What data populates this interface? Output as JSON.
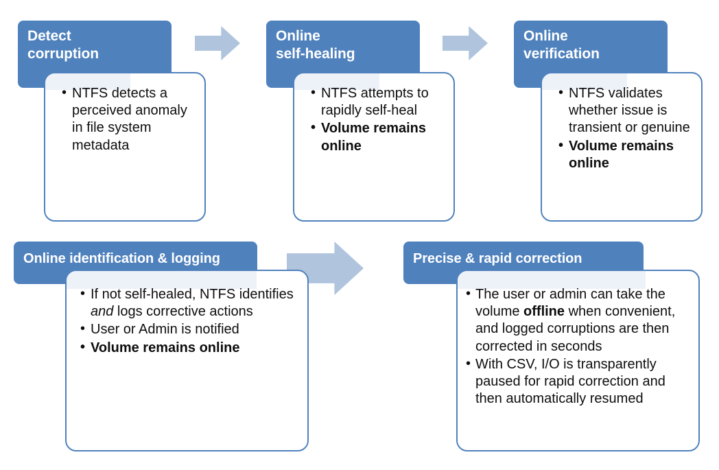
{
  "diagram": {
    "title": "NTFS online corruption detection and correction flow",
    "colors": {
      "header_blue": "#4F81BD",
      "card_border": "#4F81BD",
      "card_background": "#FFFFFF",
      "card_wash": "#EDF2F9",
      "arrow_fill": "#B0C4DE",
      "header_text": "#FFFFFF",
      "body_text": "#0D0D0D"
    },
    "steps": [
      {
        "id": "detect-corruption",
        "header": "Detect corruption",
        "header_lines": [
          "Detect",
          "corruption"
        ],
        "bullets": [
          {
            "text": "NTFS detects a perceived anomaly in file system metadata",
            "bold": false
          }
        ]
      },
      {
        "id": "online-self-healing",
        "header": "Online self-healing",
        "header_lines": [
          "Online",
          "self-healing"
        ],
        "bullets": [
          {
            "text": "NTFS attempts to rapidly self-heal",
            "bold": false
          },
          {
            "text": "Volume remains online",
            "bold": true
          }
        ]
      },
      {
        "id": "online-verification",
        "header": "Online verification",
        "header_lines": [
          "Online",
          "verification"
        ],
        "bullets": [
          {
            "text": "NTFS validates whether issue is transient or genuine",
            "bold": false
          },
          {
            "text": "Volume remains online",
            "bold": true
          }
        ]
      },
      {
        "id": "online-identification-and-logging",
        "header": "Online identification & logging",
        "header_lines": [
          "Online identification & logging"
        ],
        "bullets": [
          {
            "text": "If not self-healed, NTFS identifies and logs corrective actions",
            "bold": false,
            "italic_word": "and"
          },
          {
            "text": "User or Admin is notified",
            "bold": false
          },
          {
            "text": "Volume remains online",
            "bold": true
          }
        ]
      },
      {
        "id": "precise-and-rapid-correction",
        "header": "Precise & rapid correction",
        "header_lines": [
          "Precise & rapid correction"
        ],
        "bullets": [
          {
            "text": "The user or admin can take the volume offline when convenient, and logged corruptions are then corrected in seconds",
            "bold": false,
            "bold_word": "offline"
          },
          {
            "text": "With CSV, I/O is transparently paused for rapid correction and then automatically resumed",
            "bold": false
          }
        ]
      }
    ],
    "connectors": [
      {
        "id": "arrow-detect-to-selfheal",
        "icon": "right-arrow-icon",
        "from": "detect-corruption",
        "to": "online-self-healing"
      },
      {
        "id": "arrow-selfheal-to-verification",
        "icon": "right-arrow-icon",
        "from": "online-self-healing",
        "to": "online-verification"
      },
      {
        "id": "arrow-logging-to-correction",
        "icon": "right-arrow-icon",
        "from": "online-identification-and-logging",
        "to": "precise-and-rapid-correction"
      }
    ]
  }
}
